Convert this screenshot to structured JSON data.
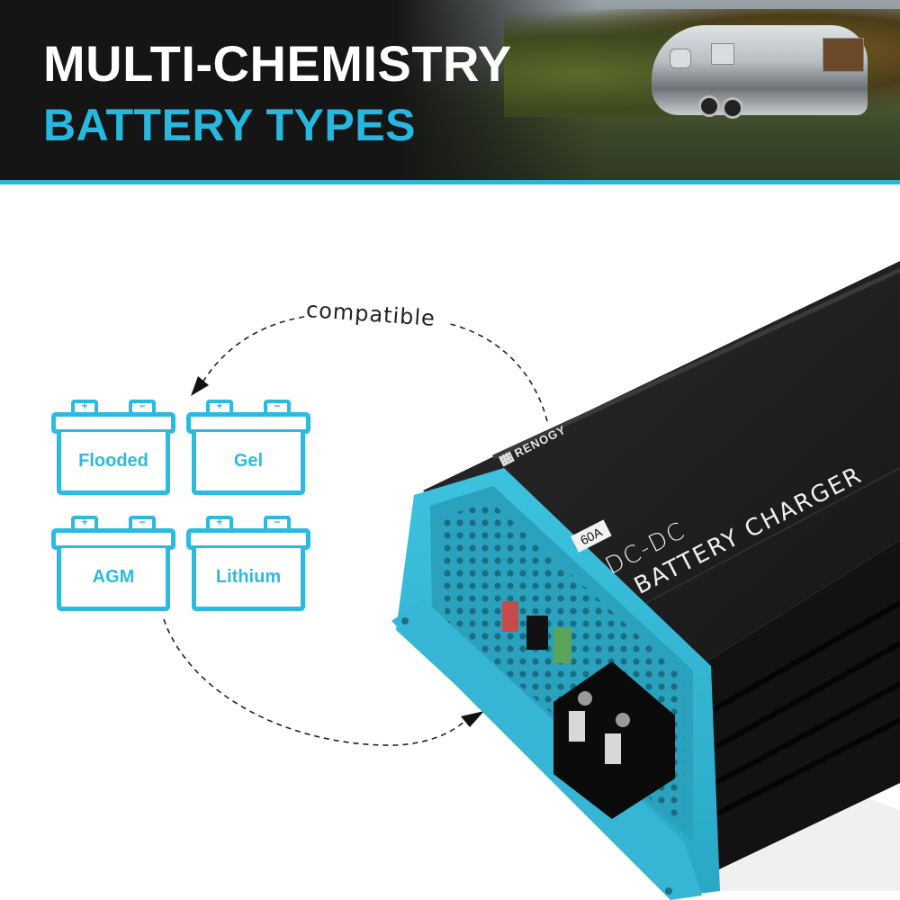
{
  "header": {
    "title_line1": "MULTI-CHEMISTRY",
    "title_line2": "BATTERY TYPES",
    "photo_subject": "airstream-trailer-camping-photo"
  },
  "colors": {
    "accent": "#29b6d9",
    "header_bg": "#151515",
    "title_white": "#ffffff",
    "title_blue": "#27b8df",
    "device_body": "#1e1e1e",
    "device_endcap": "#33b9d6"
  },
  "diagram": {
    "arrow_label": "compatible",
    "battery_types": [
      {
        "label": "Flooded",
        "pos_terminal": "+",
        "neg_terminal": "−"
      },
      {
        "label": "Gel",
        "pos_terminal": "+",
        "neg_terminal": "−"
      },
      {
        "label": "AGM",
        "pos_terminal": "+",
        "neg_terminal": "−"
      },
      {
        "label": "Lithium",
        "pos_terminal": "+",
        "neg_terminal": "−"
      }
    ]
  },
  "product": {
    "brand": "RENOGY",
    "rating_badge": "60A",
    "name_line1": "DC-DC",
    "name_line2": "BATTERY CHARGER"
  }
}
